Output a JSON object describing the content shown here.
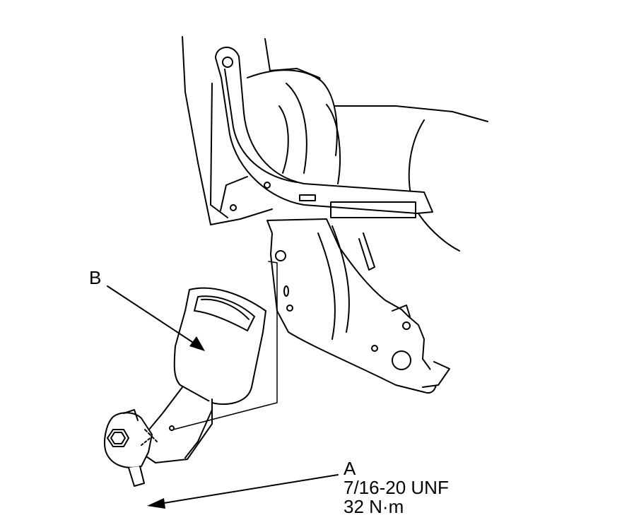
{
  "callouts": {
    "b": {
      "letter": "B"
    },
    "a": {
      "letter": "A",
      "thread_spec": "7/16-20 UNF",
      "torque": "32 N·m"
    }
  },
  "colors": {
    "line": "#000000",
    "fill": "#ffffff",
    "shade": "#e6e6e6"
  }
}
